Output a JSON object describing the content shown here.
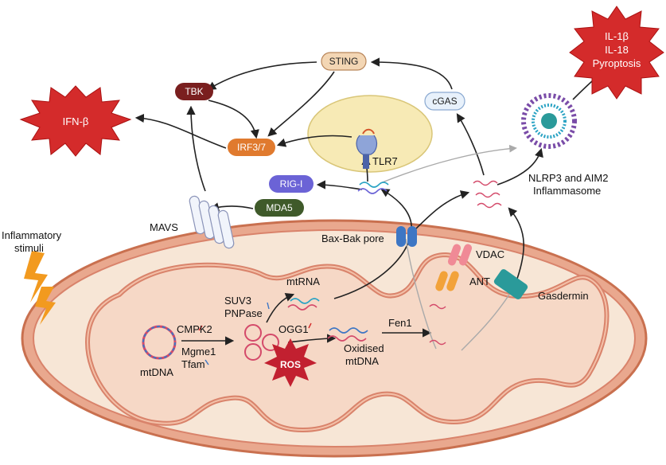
{
  "labels": {
    "inflammatory_line1": "Inflammatory",
    "inflammatory_line2": "stimuli",
    "mavs": "MAVS",
    "bax_bak": "Bax-Bak pore",
    "vdac": "VDAC",
    "ant": "ANT",
    "gasdermin": "Gasdermin",
    "nlrp3_line1": "NLRP3 and AIM2",
    "nlrp3_line2": "Inflammasome",
    "tlr7": "TLR7",
    "mtrna": "mtRNA",
    "suv3": "SUV3",
    "pnpase": "PNPase",
    "cmpk2": "CMPK2",
    "mgme1": "Mgme1",
    "tfam": "Tfam",
    "mtdna": "mtDNA",
    "ogg1": "OGG1",
    "ros": "ROS",
    "oxidised_line1": "Oxidised",
    "oxidised_line2": "mtDNA",
    "fen1": "Fen1"
  },
  "nodes": {
    "sting": "STING",
    "tbk": "TBK",
    "irf": "IRF3/7",
    "cgas": "cGAS",
    "rigi": "RIG-I",
    "mda5": "MDA5"
  },
  "stars": {
    "ifnb": "IFN-β",
    "il_line1": "IL-1β",
    "il_line2": "IL-18",
    "il_line3": "Pyroptosis"
  },
  "colors": {
    "star_red": "#d42b2b",
    "tbk": "#7a1f1f",
    "irf": "#e07a2e",
    "sting": "#f3d6b4",
    "cgas": "#e8f1fb",
    "rigi": "#6b63d6",
    "mda5": "#3f5a2a",
    "membrane": "#d9836b",
    "matrix": "#f6d8c6",
    "lumen": "#f7e6d6",
    "vacuole": "#f7eab5"
  }
}
